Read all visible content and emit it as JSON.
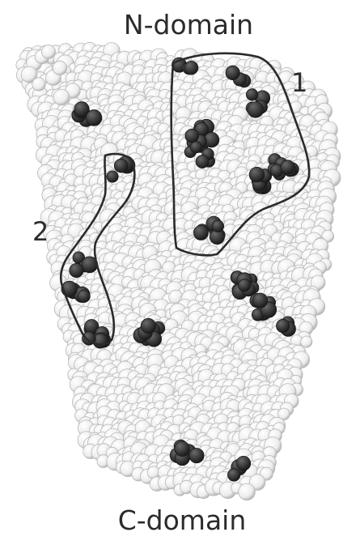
{
  "labels": {
    "top": "N-domain",
    "bottom": "C-domain",
    "region_1": "1",
    "region_2": "2"
  },
  "colors": {
    "atom_light": "#f4f4f4",
    "atom_light_edge": "#b9b9b9",
    "atom_dark": "#3c3c3c",
    "atom_dark_edge": "#1a1a1a",
    "outline": "#2a2a2a",
    "text": "#2b2b2b"
  }
}
